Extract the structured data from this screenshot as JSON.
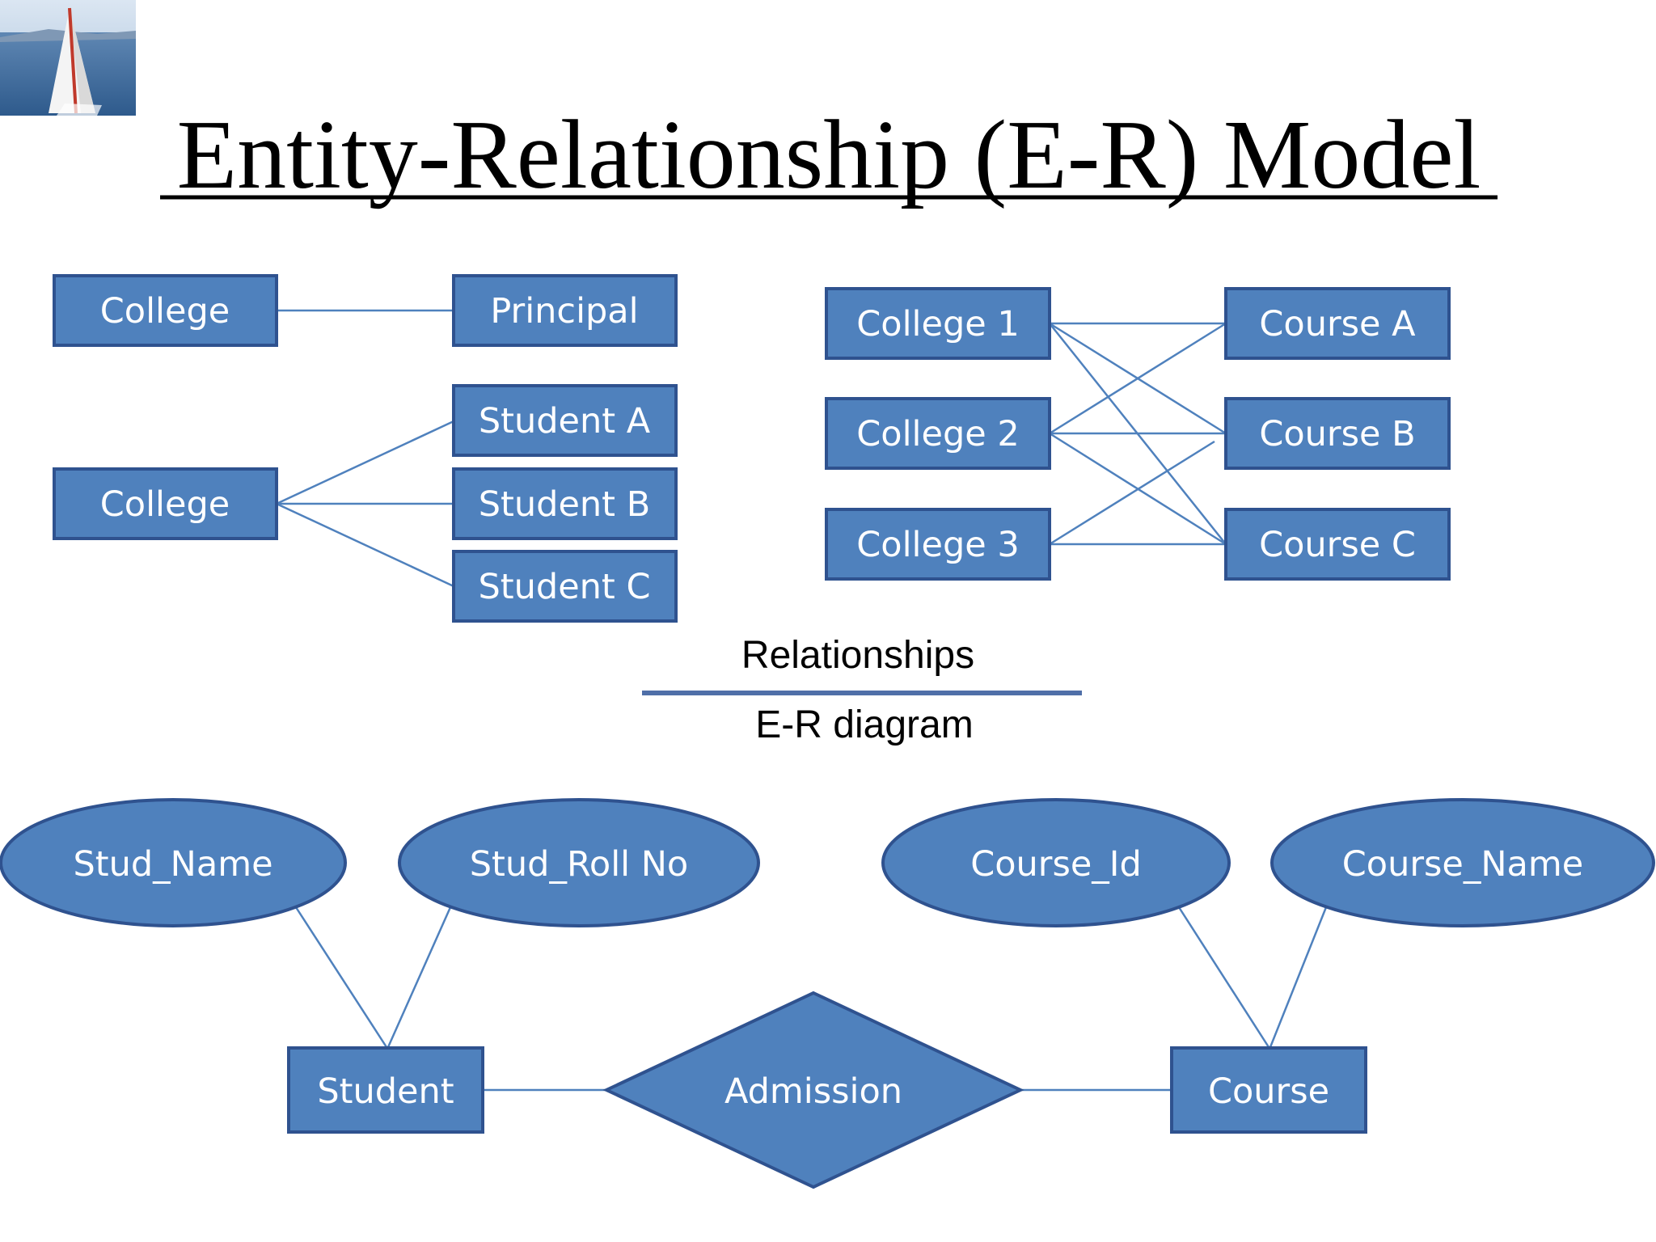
{
  "title": "Entity-Relationship (E-R) Model",
  "colors": {
    "entity_fill": "#4F81BD",
    "entity_border": "#2F528F",
    "line": "#4F81BD",
    "divider": "#4F6FA8"
  },
  "logo": {
    "icon": "sailboat-photo-icon"
  },
  "relationship_examples": {
    "one_to_one": {
      "left": "College",
      "right": "Principal"
    },
    "one_to_many": {
      "left": "College",
      "right": [
        "Student A",
        "Student B",
        "Student C"
      ]
    },
    "many_to_many": {
      "left": [
        "College 1",
        "College 2",
        "College 3"
      ],
      "right": [
        "Course A",
        "Course B",
        "Course C"
      ]
    }
  },
  "divider": {
    "top_label": "Relationships",
    "bottom_label": "E-R diagram"
  },
  "er_diagram": {
    "attributes": [
      "Stud_Name",
      "Stud_Roll No",
      "Course_Id",
      "Course_Name"
    ],
    "entities": [
      "Student",
      "Course"
    ],
    "relationship": "Admission"
  }
}
